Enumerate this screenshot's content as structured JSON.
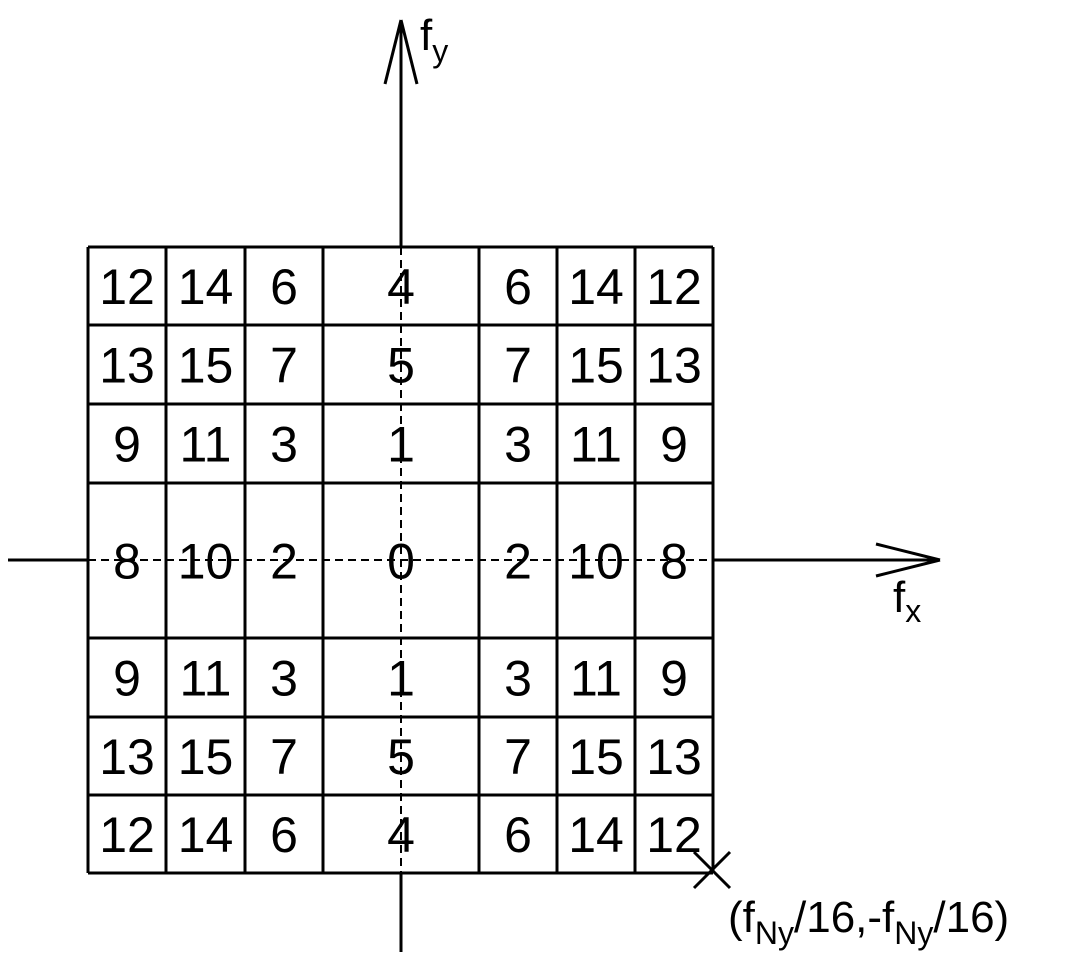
{
  "diagram": {
    "grid_rows": [
      [
        "12",
        "14",
        "6",
        "4",
        "6",
        "14",
        "12"
      ],
      [
        "13",
        "15",
        "7",
        "5",
        "7",
        "15",
        "13"
      ],
      [
        "9",
        "11",
        "3",
        "1",
        "3",
        "11",
        "9"
      ],
      [
        "8",
        "10",
        "2",
        "0",
        "2",
        "10",
        "8"
      ],
      [
        "9",
        "11",
        "3",
        "1",
        "3",
        "11",
        "9"
      ],
      [
        "13",
        "15",
        "7",
        "5",
        "7",
        "15",
        "13"
      ],
      [
        "12",
        "14",
        "6",
        "4",
        "6",
        "14",
        "12"
      ]
    ],
    "axis_y": {
      "base": "f",
      "sub": "y"
    },
    "axis_x": {
      "base": "f",
      "sub": "x"
    },
    "corner_label": {
      "open": "(f",
      "sub1": "Ny",
      "mid": "/16,-f",
      "sub2": "Ny",
      "close": "/16)"
    },
    "colors": {
      "stroke": "#000000",
      "background": "#ffffff"
    }
  }
}
